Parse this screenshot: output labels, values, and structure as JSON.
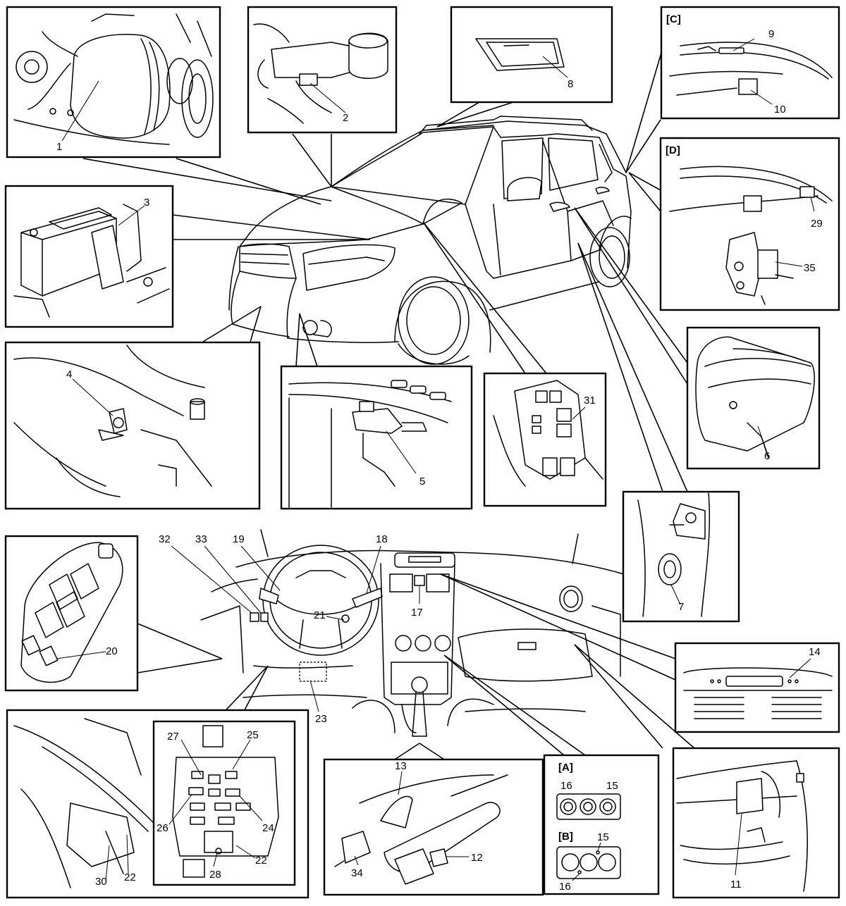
{
  "callouts": {
    "c1": "1",
    "c2": "2",
    "c3": "3",
    "c4": "4",
    "c5": "5",
    "c6": "6",
    "c7": "7",
    "c8": "8",
    "c9": "9",
    "c10": "10",
    "c11": "11",
    "c12": "12",
    "c13": "13",
    "c14": "14",
    "c15": "15",
    "c16": "16",
    "c17": "17",
    "c18": "18",
    "c19": "19",
    "c20": "20",
    "c21": "21",
    "c22": "22",
    "c23": "23",
    "c24": "24",
    "c25": "25",
    "c26": "26",
    "c27": "27",
    "c28": "28",
    "c29": "29",
    "c30": "30",
    "c31": "31",
    "c32": "32",
    "c33": "33",
    "c34": "34",
    "c35": "35"
  },
  "section_labels": {
    "A": "[A]",
    "B": "[B]",
    "C": "[C]",
    "D": "[D]"
  },
  "colors": {
    "line": "#000000",
    "background": "#ffffff"
  }
}
